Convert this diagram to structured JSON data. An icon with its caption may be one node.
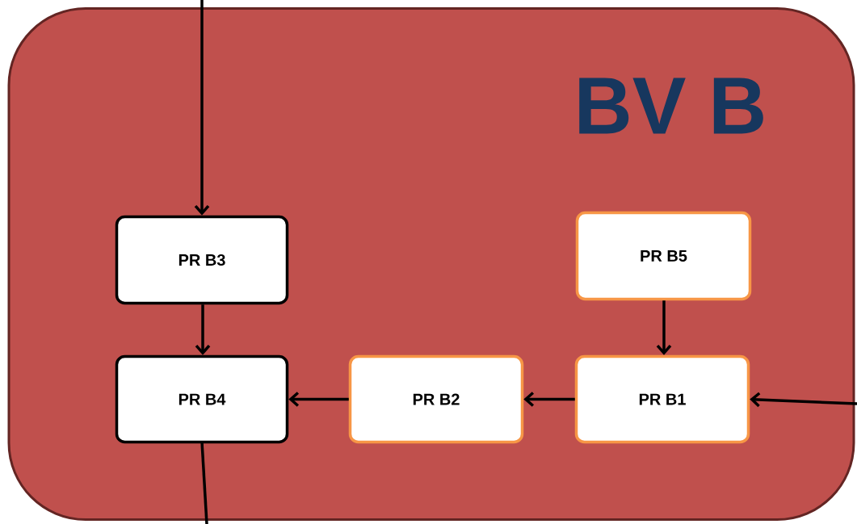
{
  "diagram": {
    "nodes": [
      {
        "text": [
          "BV B"
        ]
      },
      {
        "text": [
          "PR B3"
        ],
        "in": 0
      },
      {
        "text": [
          "PR B5"
        ],
        "in": 0
      },
      {
        "text": [
          "PR B4"
        ],
        "in": 0
      },
      {
        "text": [
          "PR B2"
        ],
        "in": 0
      },
      {
        "text": [
          "PR B1"
        ],
        "in": 0
      }
    ],
    "edges": [
      {
        "from": null,
        "to": 1,
        "arrow": "to"
      },
      {
        "from": 1,
        "to": 3,
        "arrow": "to"
      },
      {
        "from": 2,
        "to": 5,
        "arrow": "to"
      },
      {
        "from": 5,
        "to": 4,
        "arrow": "to"
      },
      {
        "from": 4,
        "to": 3,
        "arrow": "to"
      },
      {
        "from": null,
        "to": 5,
        "arrow": "to"
      },
      {
        "from": 3,
        "to": null,
        "arrow": "none"
      }
    ]
  }
}
